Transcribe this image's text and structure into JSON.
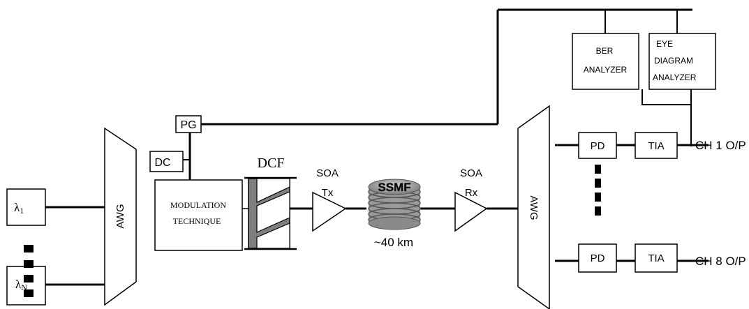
{
  "sources": [
    {
      "symbol": "λ",
      "subscript": "1"
    },
    {
      "symbol": "λ",
      "subscript": "N"
    }
  ],
  "mux": {
    "label": "AWG"
  },
  "demux": {
    "label": "AWG"
  },
  "pg": {
    "label": "PG"
  },
  "dc": {
    "label": "DC"
  },
  "modulation": {
    "line1": "MODULATION",
    "line2": "TECHNIQUE"
  },
  "dcf": {
    "label": "DCF"
  },
  "soa_tx": {
    "line1": "SOA",
    "line2": "Tx"
  },
  "soa_rx": {
    "line1": "SOA",
    "line2": "Rx"
  },
  "fiber": {
    "label": "SSMF",
    "length": "~40 km"
  },
  "ber": {
    "line1": "BER",
    "line2": "ANALYZER"
  },
  "eye": {
    "line1": "EYE",
    "line2": "DIAGRAM",
    "line3": "ANALYZER"
  },
  "channels": [
    {
      "pd": "PD",
      "tia": "TIA",
      "output": "CH 1 O/P"
    },
    {
      "pd": "PD",
      "tia": "TIA",
      "output": "CH 8 O/P"
    }
  ],
  "colors": {
    "line": "#000000",
    "dcf_fill": "#808080",
    "fiber_fill": "#9a9a9a"
  }
}
